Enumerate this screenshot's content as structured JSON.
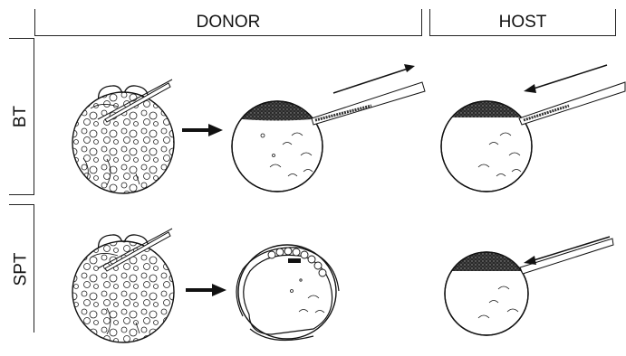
{
  "header": {
    "donor_label": "DONOR",
    "host_label": "HOST"
  },
  "rows": {
    "bt_label": "BT",
    "spt_label": "SPT"
  },
  "colors": {
    "line": "#111111",
    "cell_dark": "#2a2a2a"
  },
  "icons": [
    "needle-icon",
    "right-arrow-icon",
    "left-arrow-icon"
  ]
}
